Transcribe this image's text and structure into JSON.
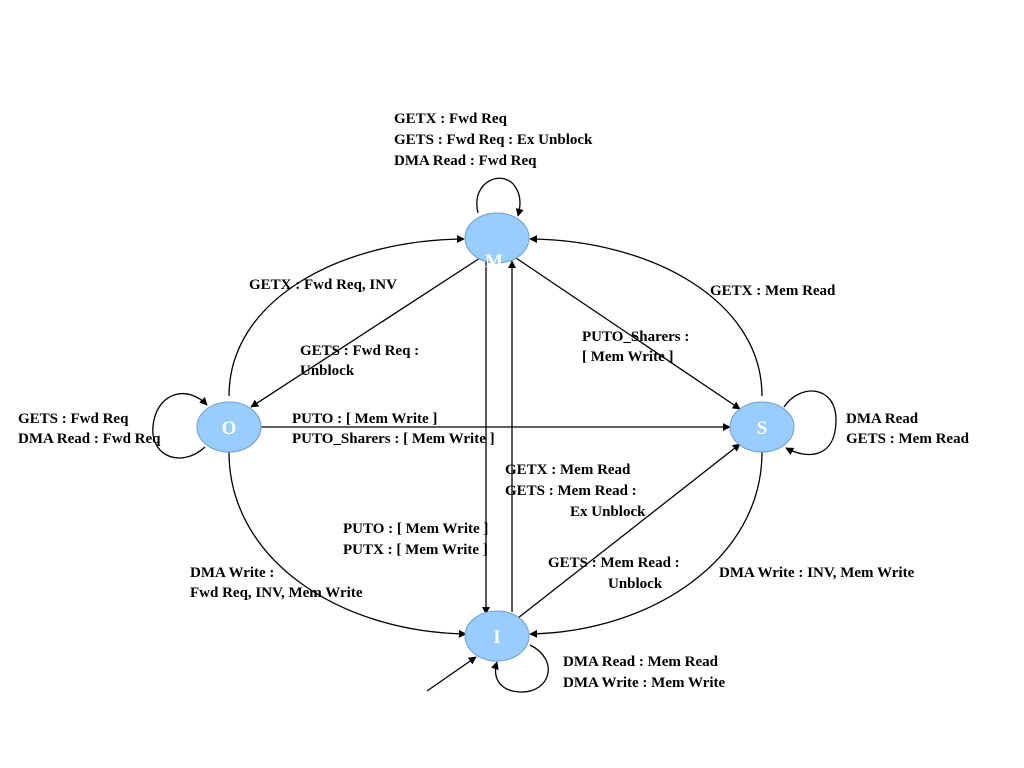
{
  "colors": {
    "state_fill": "#99ccff",
    "state_text": "#ffffff",
    "edge": "#000000"
  },
  "states": {
    "M": "M",
    "O": "O",
    "S": "S",
    "I": "I"
  },
  "labels": {
    "m_self": [
      "GETX : Fwd Req",
      "GETS  : Fwd Req : Ex Unblock",
      "DMA Read : Fwd Req"
    ],
    "o_to_m": [
      "GETX : Fwd Req, INV"
    ],
    "s_to_m": [
      "GETX : Mem Read"
    ],
    "m_to_o": [
      "GETS : Fwd Req :",
      "Unblock"
    ],
    "m_to_s": [
      "PUTO_Sharers :",
      "[ Mem Write ]"
    ],
    "o_self": [
      "GETS : Fwd Req",
      "DMA Read : Fwd Req"
    ],
    "o_to_s": [
      "PUTO : [ Mem Write ]",
      "PUTO_Sharers : [ Mem Write ]"
    ],
    "s_self": [
      "DMA Read",
      "GETS : Mem Read"
    ],
    "i_to_m": [
      "GETX : Mem Read",
      "GETS  : Mem Read :",
      "Ex Unblock"
    ],
    "m_to_i": [
      "PUTO : [ Mem Write ]",
      "PUTX : [ Mem Write ]"
    ],
    "i_to_s": [
      "GETS : Mem Read :",
      "Unblock"
    ],
    "o_to_i": [
      "DMA Write :",
      "Fwd Req, INV, Mem Write"
    ],
    "s_to_i": [
      "DMA Write : INV, Mem Write"
    ],
    "i_self": [
      "DMA Read :  Mem Read",
      "DMA Write : Mem Write"
    ]
  }
}
